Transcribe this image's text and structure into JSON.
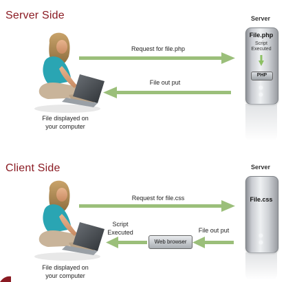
{
  "sections": [
    {
      "title": "Server Side",
      "server_label": "Server",
      "server_file": "File.php",
      "server_note": "Script Executed",
      "php_label": "PHP",
      "request_label": "Request for file.php",
      "response_label": "File out put",
      "user_caption_line1": "File displayed on",
      "user_caption_line2": "your computer"
    },
    {
      "title": "Client Side",
      "server_label": "Server",
      "server_file": "File.css",
      "request_label": "Request for file.css",
      "response_label": "File out put",
      "browser_label": "Web browser",
      "script_note_line1": "Script",
      "script_note_line2": "Executed",
      "user_caption_line1": "File displayed on",
      "user_caption_line2": "your computer"
    }
  ],
  "colors": {
    "arrow": "#9bbf7a",
    "title": "#8a1a22",
    "server_metal": "#d0d3d7"
  },
  "icons": [
    "person-laptop-icon",
    "server-icon",
    "down-arrow-icon"
  ]
}
